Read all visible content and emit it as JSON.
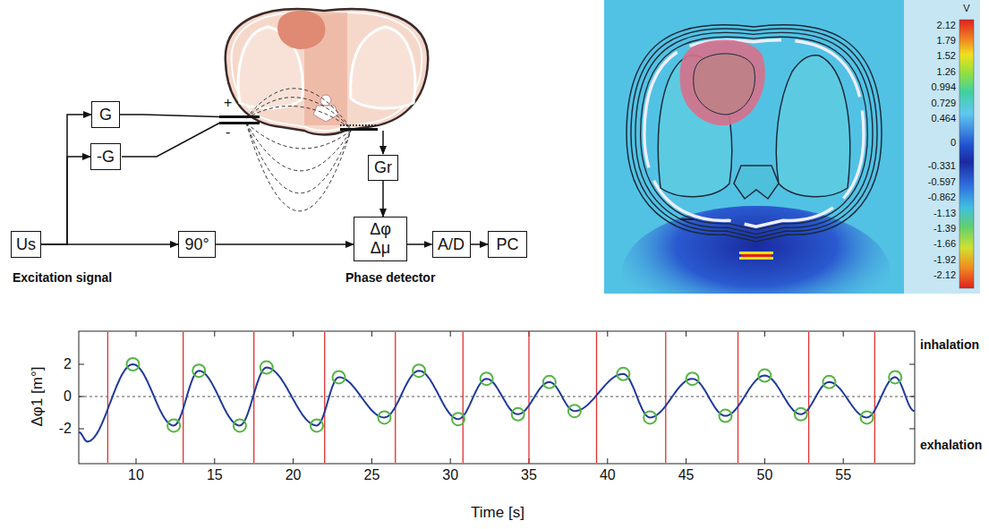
{
  "diagram": {
    "nodes": [
      {
        "text": [
          "G"
        ]
      },
      {
        "text": [
          "-G"
        ]
      },
      {
        "text": [
          "Gr"
        ]
      },
      {
        "text": [
          "Us"
        ]
      },
      {
        "text": [
          "90°"
        ]
      },
      {
        "text": [
          "Δφ Δμ"
        ]
      },
      {
        "text": [
          "A/D"
        ]
      },
      {
        "text": [
          "PC"
        ]
      }
    ],
    "edges": [
      {
        "from": 3,
        "to": 0,
        "arrow": "to"
      },
      {
        "from": 3,
        "to": 1,
        "arrow": "to"
      },
      {
        "from": 3,
        "to": 4,
        "arrow": "to"
      },
      {
        "from": 4,
        "to": 5,
        "arrow": "to"
      },
      {
        "from": 2,
        "to": 5,
        "arrow": "to"
      },
      {
        "from": 5,
        "to": 6,
        "arrow": "to"
      },
      {
        "from": 6,
        "to": 7,
        "arrow": "to"
      }
    ],
    "labels": [
      "+",
      "-",
      "Excitation signal",
      "Phase detector",
      "V",
      "2.12",
      "1.79",
      "1.52",
      "1.26",
      "0.994",
      "0.729",
      "0.464",
      "0",
      "-0.331",
      "-0.597",
      "-0.862",
      "-1.13",
      "-1.39",
      "-1.66",
      "-1.92",
      "-2.12",
      "2",
      "0",
      "-2",
      "10",
      "15",
      "20",
      "25",
      "30",
      "35",
      "40",
      "45",
      "50",
      "55",
      "Δφ1 [m°]",
      "Time [s]",
      "inhalation",
      "exhalation"
    ]
  }
}
